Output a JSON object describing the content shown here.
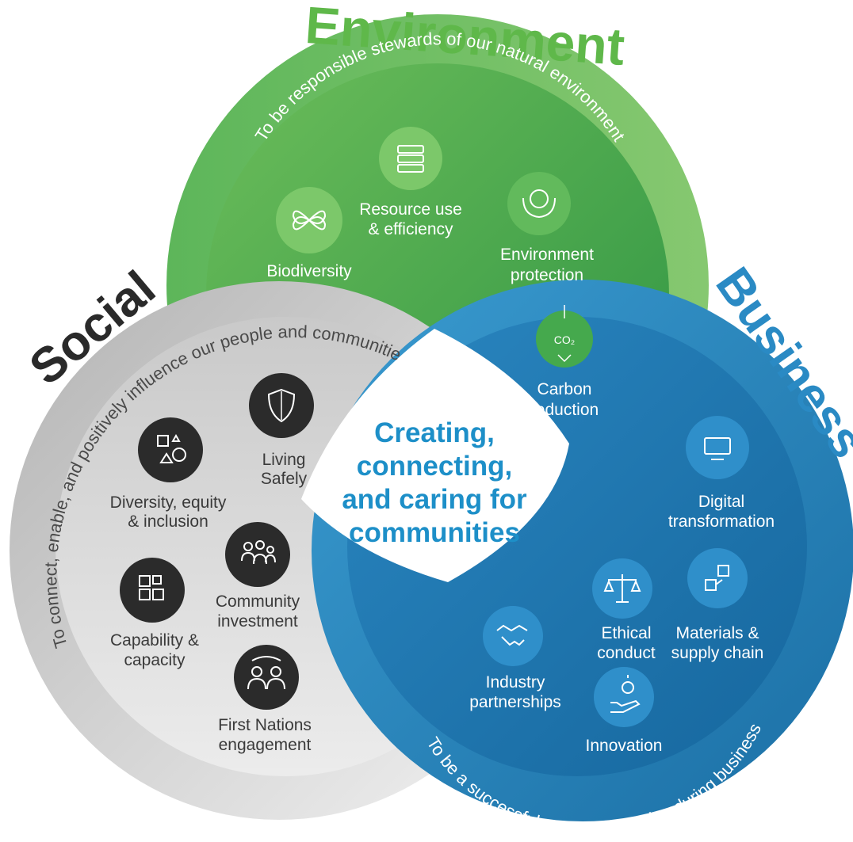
{
  "environment": {
    "title": "Environment",
    "tagline": "To be responsible stewards of our natural environment",
    "items": [
      {
        "line1": "Biodiversity",
        "line2": "",
        "icon": "leaves-icon"
      },
      {
        "line1": "Resource use",
        "line2": "& efficiency",
        "icon": "server-stack-icon"
      },
      {
        "line1": "Environment",
        "line2": "protection",
        "icon": "hands-globe-icon"
      },
      {
        "line1": "Carbon",
        "line2": "reduction",
        "icon": "co2-down-icon",
        "icon_text": "CO₂"
      }
    ],
    "colors": {
      "dark": "#2f9a44",
      "light": "#7cc46a"
    }
  },
  "social": {
    "title": "Social",
    "tagline": "To connect, enable, and positively influence our people and communities",
    "items": [
      {
        "line1": "Diversity, equity",
        "line2": "& inclusion",
        "icon": "shapes-icon"
      },
      {
        "line1": "Living",
        "line2": "Safely",
        "icon": "shield-icon"
      },
      {
        "line1": "Community",
        "line2": "investment",
        "icon": "people-group-icon"
      },
      {
        "line1": "Capability &",
        "line2": "capacity",
        "icon": "grid-blocks-icon"
      },
      {
        "line1": "First Nations",
        "line2": "engagement",
        "icon": "two-people-icon"
      }
    ],
    "colors": {
      "dark": "#9d9d9d",
      "light": "#e6e6e6"
    }
  },
  "business": {
    "title": "Business",
    "tagline": "To be a successful, profitable, and enduring business",
    "items": [
      {
        "line1": "Digital",
        "line2": "transformation",
        "icon": "monitor-icon"
      },
      {
        "line1": "Ethical",
        "line2": "conduct",
        "icon": "scales-icon"
      },
      {
        "line1": "Materials &",
        "line2": "supply chain",
        "icon": "steps-icon"
      },
      {
        "line1": "Industry",
        "line2": "partnerships",
        "icon": "handshake-icon"
      },
      {
        "line1": "Innovation",
        "line2": "",
        "icon": "lightbulb-hand-icon"
      }
    ],
    "colors": {
      "dark": "#1a6fa8",
      "light": "#4aa7d8"
    }
  },
  "center": {
    "lines": [
      "Creating,",
      "connecting,",
      "and caring for",
      "communities"
    ]
  }
}
